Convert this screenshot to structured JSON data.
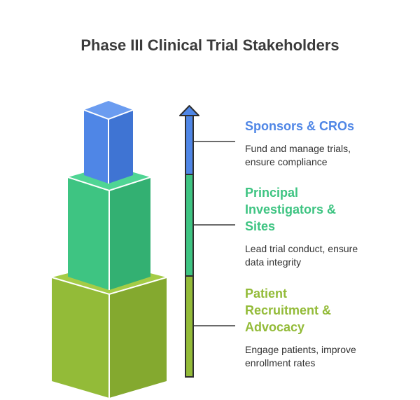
{
  "title": "Phase III Clinical Trial Stakeholders",
  "colors": {
    "blue": "#4f86e6",
    "green": "#3ec482",
    "olive": "#93bb38",
    "line": "#3a3a3a",
    "title": "#3b3b3b"
  },
  "levels": [
    {
      "label_lines": [
        "Sponsors & CROs"
      ],
      "description_lines": [
        "Fund and manage trials,",
        "ensure compliance"
      ],
      "color": "#4f86e6"
    },
    {
      "label_lines": [
        "Principal",
        "Investigators &",
        "Sites"
      ],
      "description_lines": [
        "Lead trial conduct, ensure",
        "data integrity"
      ],
      "color": "#3ec482"
    },
    {
      "label_lines": [
        "Patient",
        "Recruitment &",
        "Advocacy"
      ],
      "description_lines": [
        "Engage patients, improve",
        "enrollment rates"
      ],
      "color": "#93bb38"
    }
  ]
}
